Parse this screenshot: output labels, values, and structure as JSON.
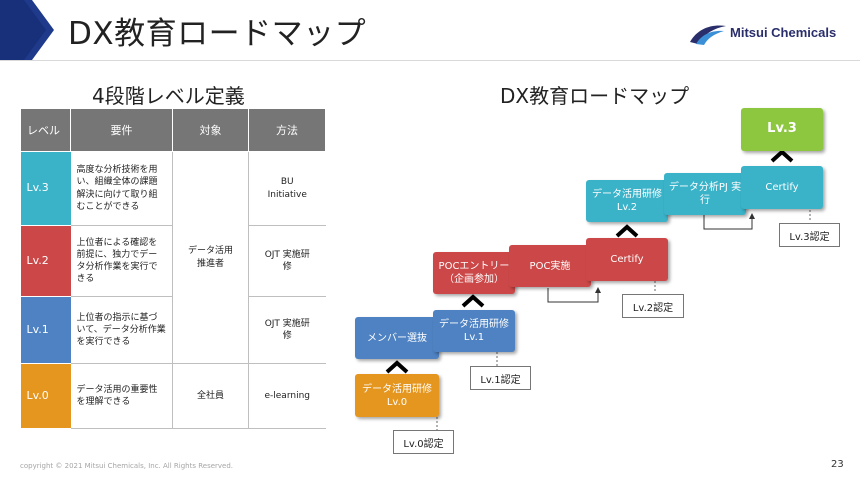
{
  "header": {
    "title": "DX教育ロードマップ",
    "logo_text": "Mitsui Chemicals",
    "accent_color": "#1f3a8a"
  },
  "levels_section": {
    "title": "4段階レベル定義",
    "columns": [
      "レベル",
      "要件",
      "対象",
      "方法"
    ],
    "rows": [
      {
        "level": "Lv.3",
        "color": "#3ab2c8",
        "requirement": "高度な分析技術を用い、組織全体の課題解決に向けて取り組むことができる",
        "method": "BU Initiative"
      },
      {
        "level": "Lv.2",
        "color": "#cc4848",
        "requirement": "上位者による確認を前提に、独力でデータ分析作業を実行できる",
        "method": "OJT 実施研修"
      },
      {
        "level": "Lv.1",
        "color": "#4e82c2",
        "requirement": "上位者の指示に基づいて、データ分析作業を実行できる",
        "method": "OJT 実施研修"
      },
      {
        "level": "Lv.0",
        "color": "#e4961f",
        "requirement": "データ活用の重要性を理解できる",
        "method": "e-learning"
      }
    ],
    "target_upper": "データ活用 推進者",
    "target_lower": "全社員"
  },
  "roadmap": {
    "title": "DX教育ロードマップ",
    "steps": {
      "lv0_training": "データ活用研修 Lv.0",
      "member_select": "メンバー選抜",
      "lv1_training": "データ活用研修 Lv.1",
      "poc_entry": "POCエントリー （企画参加）",
      "poc_exec": "POC実施",
      "certify_lv2": "Certify",
      "lv2_training": "データ活用研修 Lv.2",
      "analysis_pj": "データ分析PJ 実行",
      "certify_lv3": "Certify",
      "lv3": "Lv.3"
    },
    "certifications": {
      "lv0": "Lv.0認定",
      "lv1": "Lv.1認定",
      "lv2": "Lv.2認定",
      "lv3": "Lv.3認定"
    }
  },
  "footer": {
    "copyright": "copyright © 2021 Mitsui Chemicals, Inc. All Rights Reserved.",
    "page_number": "23"
  }
}
